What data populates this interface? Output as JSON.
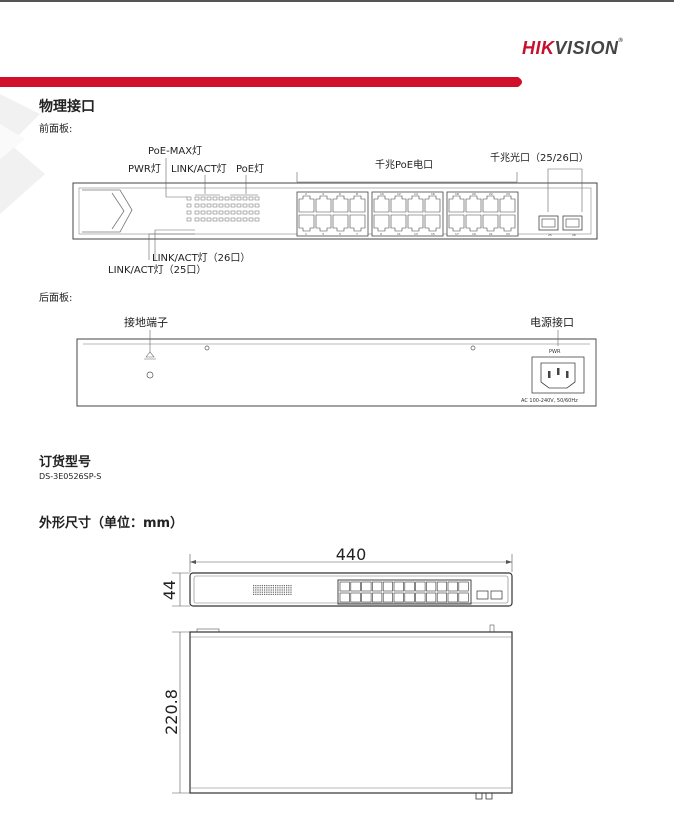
{
  "header": {
    "brand_hik": "HIK",
    "brand_vision": "VISION",
    "brand_mark": "®"
  },
  "sections": {
    "physical": {
      "title": "物理接口",
      "front_label": "前面板:",
      "rear_label": "后面板:"
    },
    "front_callouts": {
      "poe_max": "PoE-MAX灯",
      "pwr": "PWR灯",
      "link_act": "LINK/ACT灯",
      "poe": "PoE灯",
      "gig_poe": "千兆PoE电口",
      "gig_optical": "千兆光口（25/26口）",
      "link_26": "LINK/ACT灯（26口）",
      "link_25": "LINK/ACT灯（25口）"
    },
    "rear_callouts": {
      "ground": "接地端子",
      "power": "电源接口",
      "pwr_text": "PWR",
      "ac_text": "AC 100-240V, 50/60Hz"
    },
    "order": {
      "title": "订货型号",
      "model": "DS-3E0526SP-S"
    },
    "dimensions": {
      "title": "外形尺寸（单位：mm）",
      "width": "440",
      "height": "44",
      "depth": "220.8"
    }
  },
  "port_numbers": {
    "top": [
      "2",
      "4",
      "6",
      "8",
      "10",
      "12",
      "14",
      "16",
      "18",
      "20",
      "22",
      "24"
    ],
    "bottom": [
      "1",
      "3",
      "5",
      "7",
      "9",
      "11",
      "13",
      "15",
      "17",
      "19",
      "21",
      "23"
    ],
    "sfp": [
      "25",
      "26"
    ]
  }
}
